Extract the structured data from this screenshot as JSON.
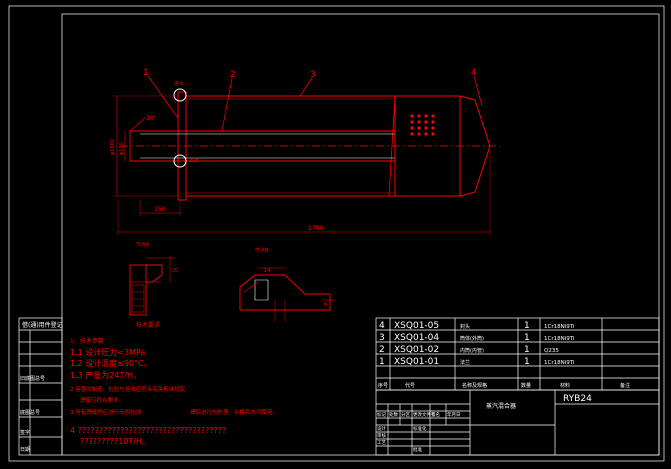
{
  "colors": {
    "background": "#000000",
    "line": "#ff0000",
    "table": "#ffffff"
  },
  "drawing": {
    "part_callouts": [
      "1",
      "2",
      "3",
      "4"
    ],
    "dim_angle": "30°",
    "dim_left_height": "φ1000",
    "dim_left_short": "φ100",
    "dim_offset": "150",
    "dim_total": "1700",
    "label_nozzle_top": "进水",
    "label_nozzle_bottom": "出水",
    "detail_a_label": "节点A",
    "detail_a_dim": "20",
    "detail_a_caption": "技术要求",
    "detail_b_label": "节点B",
    "detail_b_dim": "14",
    "detail_b_dim_right": "6"
  },
  "side_stamp": {
    "header": "借(通)用件登记",
    "rows": [
      "",
      "",
      "旧底图总号",
      "",
      "底图总号",
      "",
      "签字",
      "日期"
    ]
  },
  "notes": {
    "n1": "1、技术参数",
    "n11": "1.1  设计压力<3MPa",
    "n12": "1.2  设计温度≤90°C。",
    "n13": "1.3  产量为24T/H。",
    "n2": "2  容器的制造、检验与验收应符合有关标准规定",
    "n2b": "焊接应符合要求。",
    "n3": "3  所有焊缝均应进行无损检测",
    "n3b": "焊后进行热处理，合格后方可使用。",
    "n4": "4  ???????????????????????????????????",
    "n4b": "?????????10T/H。"
  },
  "parts_table": {
    "rows": [
      {
        "no": "4",
        "code": "XSQ01-05",
        "name": "封头",
        "qty": "1",
        "material": "1Cr18Ni9Ti"
      },
      {
        "no": "3",
        "code": "XSQ01-04",
        "name": "筒体(外筒)",
        "qty": "1",
        "material": "1Cr18Ni9Ti"
      },
      {
        "no": "2",
        "code": "XSQ01-02",
        "name": "内筒(内管)",
        "qty": "1",
        "material": "Q235"
      },
      {
        "no": "1",
        "code": "XSQ01-01",
        "name": "法兰",
        "qty": "1",
        "material": "1Cr18Ni9Ti"
      }
    ],
    "header": {
      "no": "序号",
      "code": "代号",
      "name": "名称及规格",
      "qty": "数量",
      "material": "材料",
      "remark": "备注"
    }
  },
  "title_block": {
    "drawing_number": "RYB24",
    "title": "蒸汽混合器",
    "labels": [
      "标记",
      "处数",
      "分区",
      "更改文件号",
      "签名",
      "年月日",
      "设计",
      "标准化",
      "审核",
      "工艺",
      "批准"
    ]
  }
}
